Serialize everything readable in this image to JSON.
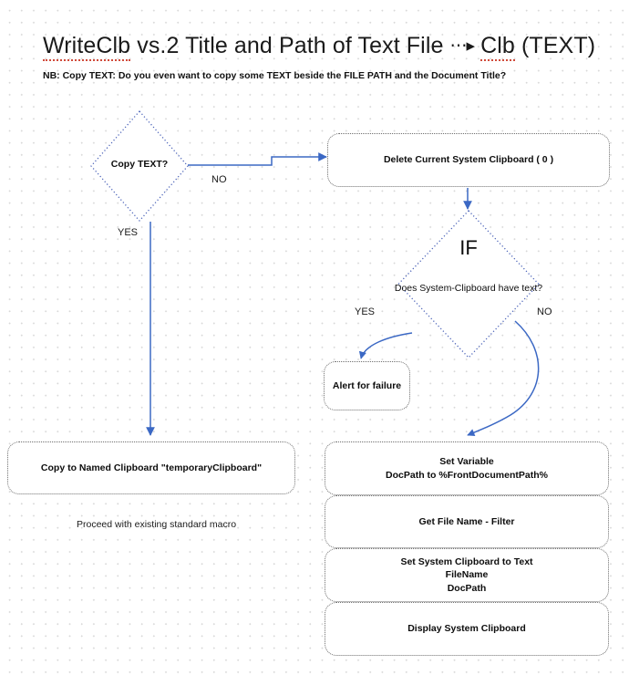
{
  "document": {
    "title_prefix": "WriteClb",
    "title_main": " vs.2 Title and Path of Text File ",
    "title_arrow": "⋯▸",
    "title_suffix_spell": "Clb",
    "title_suffix": " (TEXT)",
    "subtitle": "NB: Copy TEXT: Do you even want to  copy some TEXT beside the FILE PATH and the Document Title?"
  },
  "colors": {
    "arrow_blue": "#3b68c4",
    "node_border": "#6e6e6e",
    "diamond_border": "#4a62b8",
    "canvas_bg": "#ffffff",
    "grid_dot": "#d8d8d8",
    "spellcheck_red": "#d04a3a",
    "text": "#0d0d0d"
  },
  "decisions": [
    {
      "id": "copy-text",
      "label": "Copy TEXT?",
      "secondary": "",
      "yes_label": "YES",
      "no_label": "NO"
    },
    {
      "id": "if-clipboard",
      "label": "IF",
      "secondary": "Does System-Clipboard have text?",
      "yes_label": "YES",
      "no_label": "NO"
    }
  ],
  "nodes": [
    {
      "id": "delete-clipboard",
      "lines": [
        "Delete Current System Clipboard ( 0 )"
      ]
    },
    {
      "id": "alert-failure",
      "lines": [
        "Alert for failure"
      ]
    },
    {
      "id": "copy-named-clipboard",
      "lines": [
        "Copy to Named Clipboard \"temporaryClipboard\""
      ]
    },
    {
      "id": "set-variable",
      "lines": [
        "Set Variable",
        "DocPath to %FrontDocumentPath%"
      ]
    },
    {
      "id": "get-file-name",
      "lines": [
        "Get File Name - Filter"
      ]
    },
    {
      "id": "set-system-clipboard",
      "lines": [
        "Set System Clipboard to Text",
        "FileName",
        "DocPath"
      ]
    },
    {
      "id": "display-system-clipboard",
      "lines": [
        "Display System Clipboard"
      ]
    }
  ],
  "annotations": [
    {
      "id": "proceed-note",
      "text": "Proceed with existing standard macro"
    }
  ]
}
